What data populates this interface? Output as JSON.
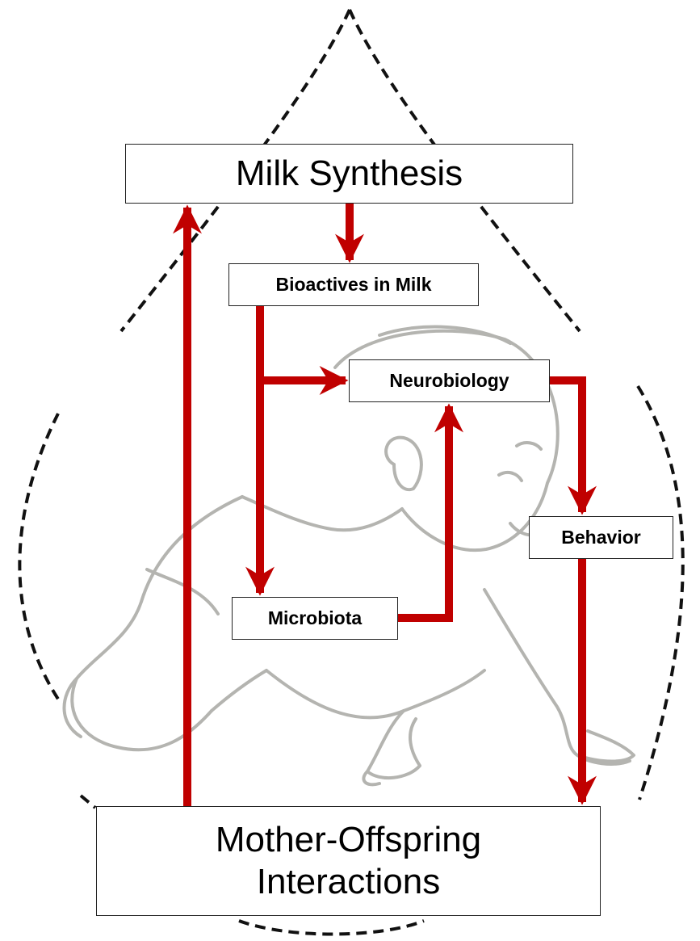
{
  "diagram": {
    "nodes": {
      "milk_synthesis": "Milk Synthesis",
      "bioactives_in_milk": "Bioactives in Milk",
      "neurobiology": "Neurobiology",
      "behavior": "Behavior",
      "microbiota": "Microbiota",
      "mother_offspring_line1": "Mother-Offspring",
      "mother_offspring_line2": "Interactions"
    },
    "edges": [
      {
        "from": "milk_synthesis",
        "to": "bioactives_in_milk"
      },
      {
        "from": "bioactives_in_milk",
        "to": "neurobiology"
      },
      {
        "from": "bioactives_in_milk",
        "to": "microbiota"
      },
      {
        "from": "microbiota",
        "to": "neurobiology"
      },
      {
        "from": "neurobiology",
        "to": "behavior"
      },
      {
        "from": "behavior",
        "to": "mother_offspring_interactions"
      },
      {
        "from": "mother_offspring_interactions",
        "to": "milk_synthesis"
      }
    ],
    "background": "milk-drop-outline with crawling-infant-illustration",
    "colors": {
      "arrow": "#c00000",
      "drop_outline": "#111111",
      "infant_sketch": "#b4b4b0",
      "box_border": "#222222"
    }
  }
}
